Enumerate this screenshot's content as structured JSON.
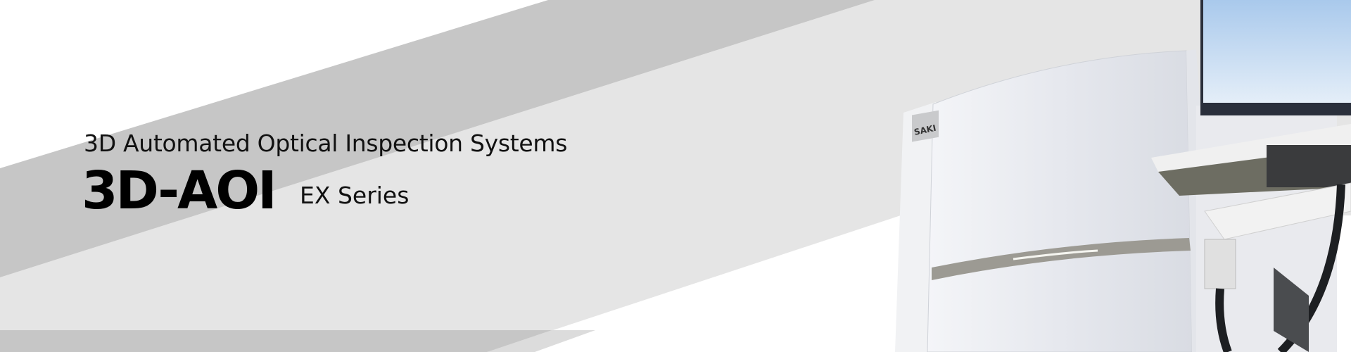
{
  "hero": {
    "subtitle": "3D Automated Optical Inspection Systems",
    "title": "3D-AOI",
    "series": "EX Series",
    "product_logo_text": "SAKI"
  },
  "colors": {
    "band_dark": "#c6c6c6",
    "band_light": "#e5e5e5",
    "background": "#ffffff"
  }
}
